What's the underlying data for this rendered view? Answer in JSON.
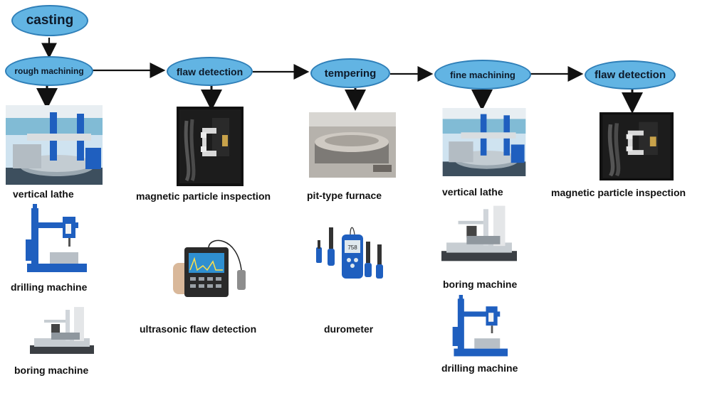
{
  "nodes": {
    "casting": "casting",
    "rough": "rough machining",
    "flaw1": "flaw detection",
    "tempering": "tempering",
    "fine": "fine machining",
    "flaw2": "flaw detection"
  },
  "labels": {
    "vlathe1": "vertical lathe",
    "drill1": "drilling machine",
    "boring1": "boring machine",
    "mpi1": "magnetic particle inspection",
    "ut": "ultrasonic flaw detection",
    "furnace": "pit-type furnace",
    "durometer": "durometer",
    "vlathe2": "vertical lathe",
    "boring2": "boring machine",
    "drill2": "drilling machine",
    "mpi2": "magnetic particle inspection"
  },
  "colors": {
    "node_fill": "#62b4e3",
    "node_border": "#2f7fb8",
    "machine_blue": "#1f5fbf"
  },
  "device_text": {
    "durometer_reading": "758"
  }
}
